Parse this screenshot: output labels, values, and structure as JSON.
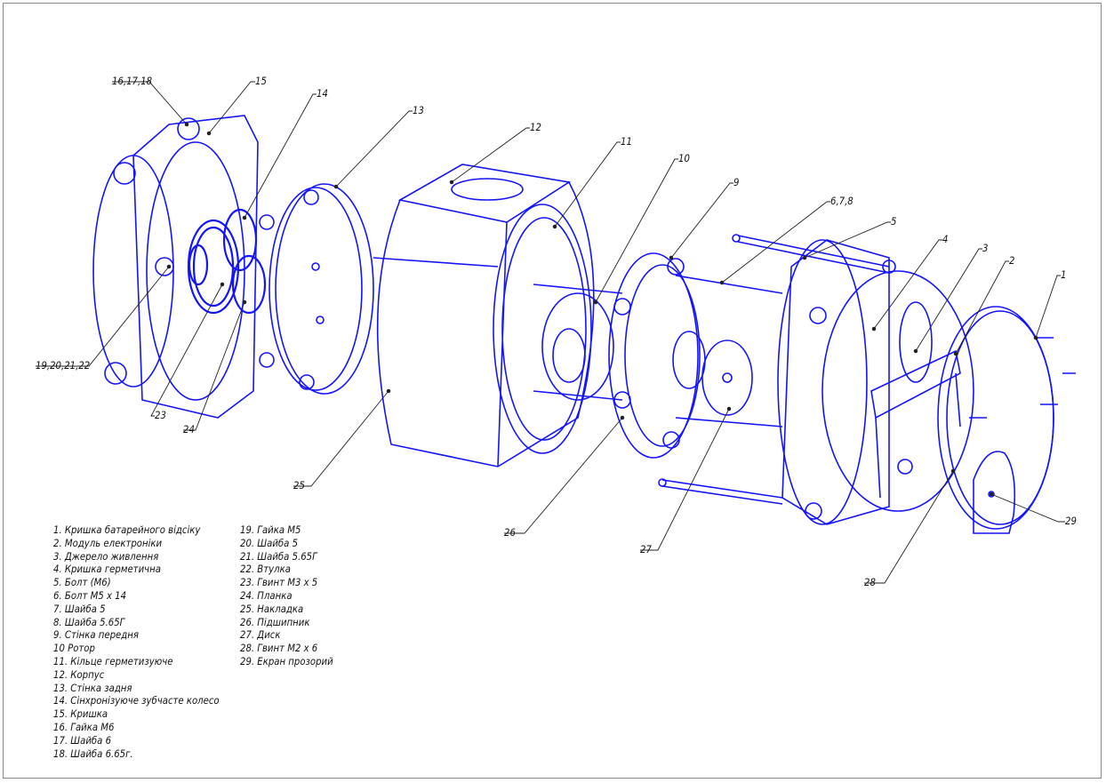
{
  "drawing": {
    "line_color": "#1414ff",
    "callouts": [
      "16,17,18",
      "15",
      "14",
      "13",
      "12",
      "11",
      "10",
      "9",
      "6,7,8",
      "5",
      "4",
      "3",
      "2",
      "1",
      "19,20,21,22",
      "23",
      "24",
      "25",
      "26",
      "27",
      "28",
      "29"
    ]
  },
  "legend": {
    "left": [
      "1.  Кришка батарейного відсіку",
      "2.  Модуль електроніки",
      "3.  Джерело живлення",
      "4.  Кришка герметична",
      "5.  Болт (М6)",
      "6.  Болт М5 х 14",
      "7.  Шайба 5",
      "8.  Шайба 5.65Г",
      "9.  Стінка передня",
      "10 Ротор",
      "11. Кільце герметизуюче",
      "12. Корпус",
      "13. Стінка задня",
      "14. Сінхронізуюче зубчасте колесо",
      "15. Кришка",
      "16. Гайка М6",
      "17. Шайба 6",
      "18. Шайба 6.65г."
    ],
    "right": [
      "19. Гайка М5",
      "20. Шайба 5",
      "21. Шайба 5.65Г",
      "22. Втулка",
      "23. Гвинт М3 х 5",
      "24. Планка",
      "25. Накладка",
      "26. Підшипник",
      "27. Диск",
      "28. Гвинт М2 х 6",
      "29. Екран прозорий"
    ]
  }
}
